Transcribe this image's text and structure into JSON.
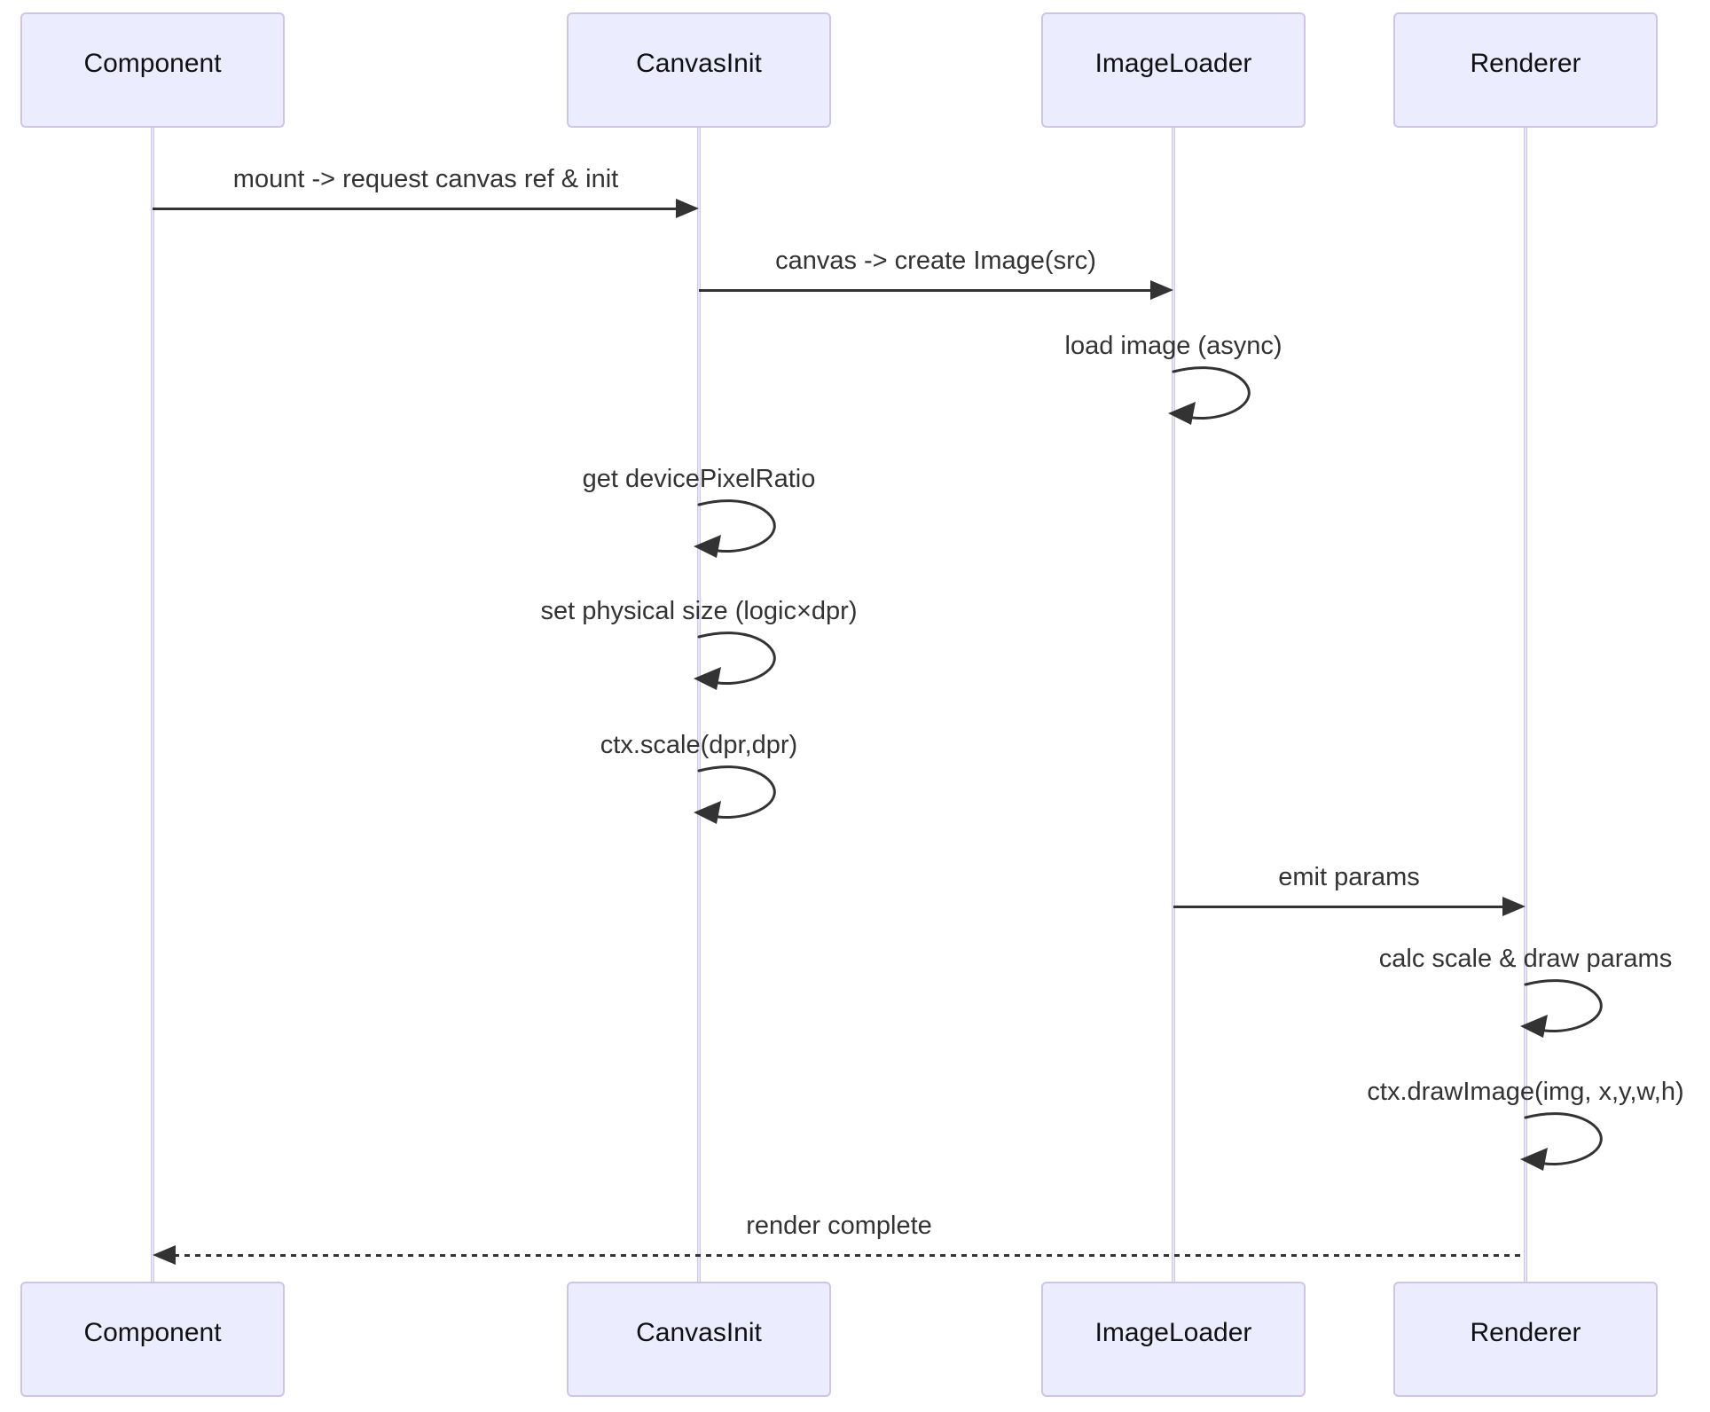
{
  "diagram": {
    "kind": "sequence-diagram",
    "actors": [
      {
        "id": "component",
        "label": "Component"
      },
      {
        "id": "canvasinit",
        "label": "CanvasInit"
      },
      {
        "id": "imageloader",
        "label": "ImageLoader"
      },
      {
        "id": "renderer",
        "label": "Renderer"
      }
    ],
    "messages": [
      {
        "from": "Component",
        "to": "CanvasInit",
        "style": "solid",
        "label": "mount -> request canvas ref & init"
      },
      {
        "from": "CanvasInit",
        "to": "ImageLoader",
        "style": "solid",
        "label": "canvas -> create Image(src)"
      },
      {
        "from": "ImageLoader",
        "to": "ImageLoader",
        "style": "self",
        "label": "load image (async)"
      },
      {
        "from": "CanvasInit",
        "to": "CanvasInit",
        "style": "self",
        "label": "get devicePixelRatio"
      },
      {
        "from": "CanvasInit",
        "to": "CanvasInit",
        "style": "self",
        "label": "set physical size (logic×dpr)"
      },
      {
        "from": "CanvasInit",
        "to": "CanvasInit",
        "style": "self",
        "label": "ctx.scale(dpr,dpr)"
      },
      {
        "from": "ImageLoader",
        "to": "Renderer",
        "style": "solid",
        "label": "emit params"
      },
      {
        "from": "Renderer",
        "to": "Renderer",
        "style": "self",
        "label": "calc scale & draw params"
      },
      {
        "from": "Renderer",
        "to": "Renderer",
        "style": "self",
        "label": "ctx.drawImage(img, x,y,w,h)"
      },
      {
        "from": "Renderer",
        "to": "Component",
        "style": "dashed",
        "label": "render complete"
      }
    ],
    "colors": {
      "actor_fill": "#ECECFF",
      "actor_border": "#CFC4E6",
      "lifeline": "#CFC8E8",
      "signal": "#333333",
      "text": "#333333"
    }
  }
}
